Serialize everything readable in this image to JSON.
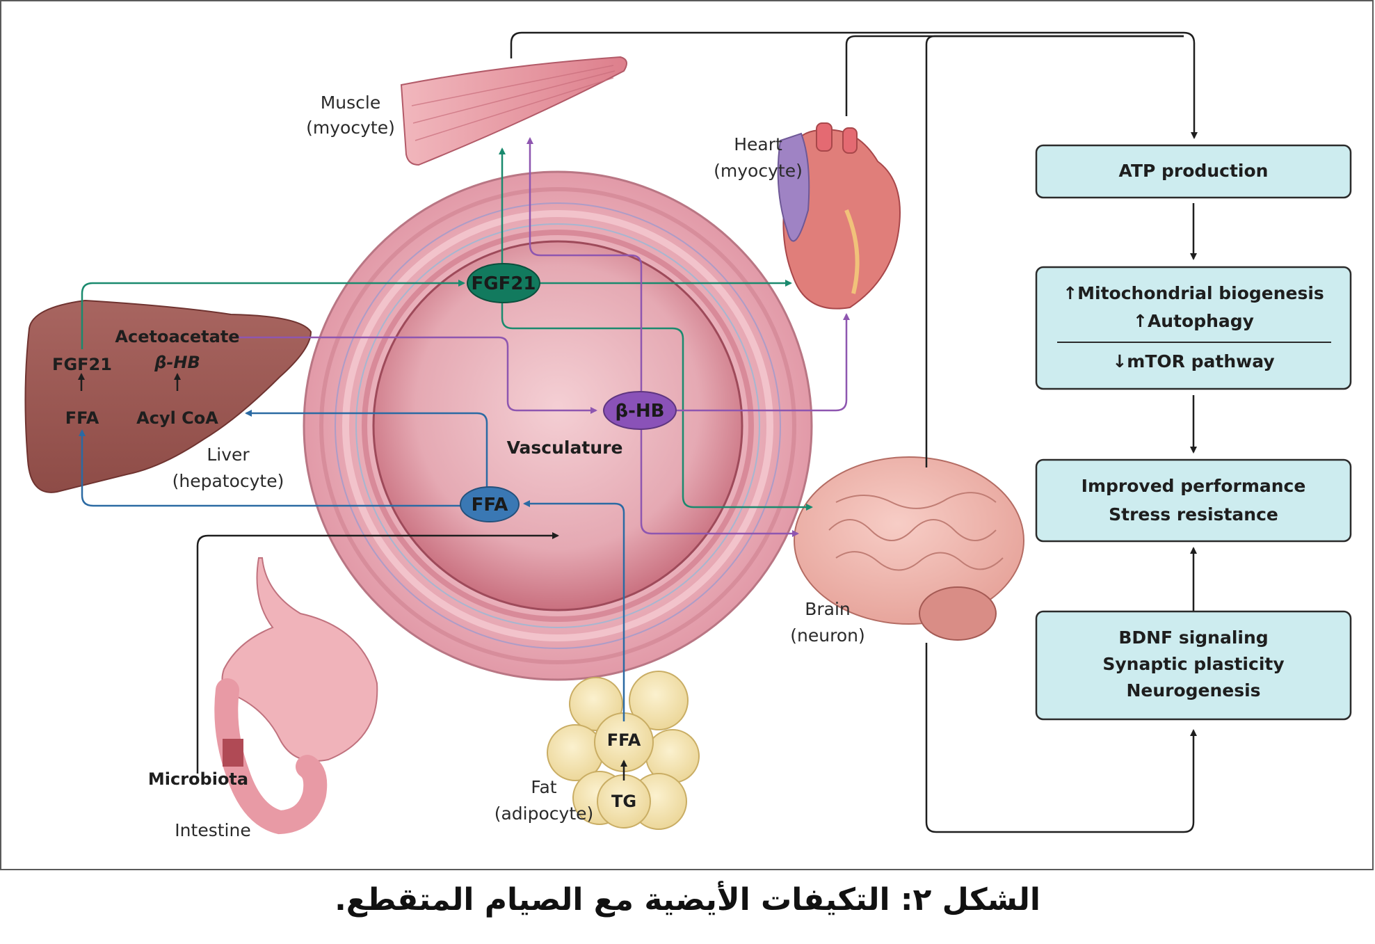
{
  "organs": {
    "muscle": [
      "Muscle",
      "(myocyte)"
    ],
    "heart": [
      "Heart",
      "(myocyte)"
    ],
    "liver": [
      "Liver",
      "(hepatocyte)"
    ],
    "brain": [
      "Brain",
      "(neuron)"
    ],
    "fat": [
      "Fat",
      "(adipocyte)"
    ],
    "intestine": "Intestine",
    "microbiota": "Microbiota",
    "vasculature": "Vasculature"
  },
  "liver_metabolites": {
    "fgf21": "FGF21",
    "ffa": "FFA",
    "acetoacetate": "Acetoacetate",
    "bhb": "β-HB",
    "acyl_coa": "Acyl CoA"
  },
  "fat_metabolites": {
    "ffa": "FFA",
    "tg": "TG"
  },
  "nodes": {
    "fgf21": "FGF21",
    "bhb": "β-HB",
    "ffa": "FFA"
  },
  "outcome_boxes": [
    {
      "lines": [
        "ATP production"
      ]
    },
    {
      "lines": [
        "↑Mitochondrial biogenesis",
        "↑Autophagy"
      ],
      "after_divider": "↓mTOR pathway"
    },
    {
      "lines": [
        "Improved performance",
        "Stress resistance"
      ]
    },
    {
      "lines": [
        "BDNF signaling",
        "Synaptic plasticity",
        "Neurogenesis"
      ]
    }
  ],
  "caption": "الشكل ٢: التكيفات الأيضية مع الصيام المتقطع.",
  "colors": {
    "fgf21_path": "#1a8a6e",
    "bhb_path": "#8e56b0",
    "ffa_path": "#2b6aa3",
    "neutral_path": "#1e1e1e",
    "box_fill": "#cdecef",
    "vessel": "#e7a0ae",
    "fgf21_node": "#127a5e",
    "bhb_node": "#8a52b8",
    "ffa_node": "#3a78b4"
  }
}
